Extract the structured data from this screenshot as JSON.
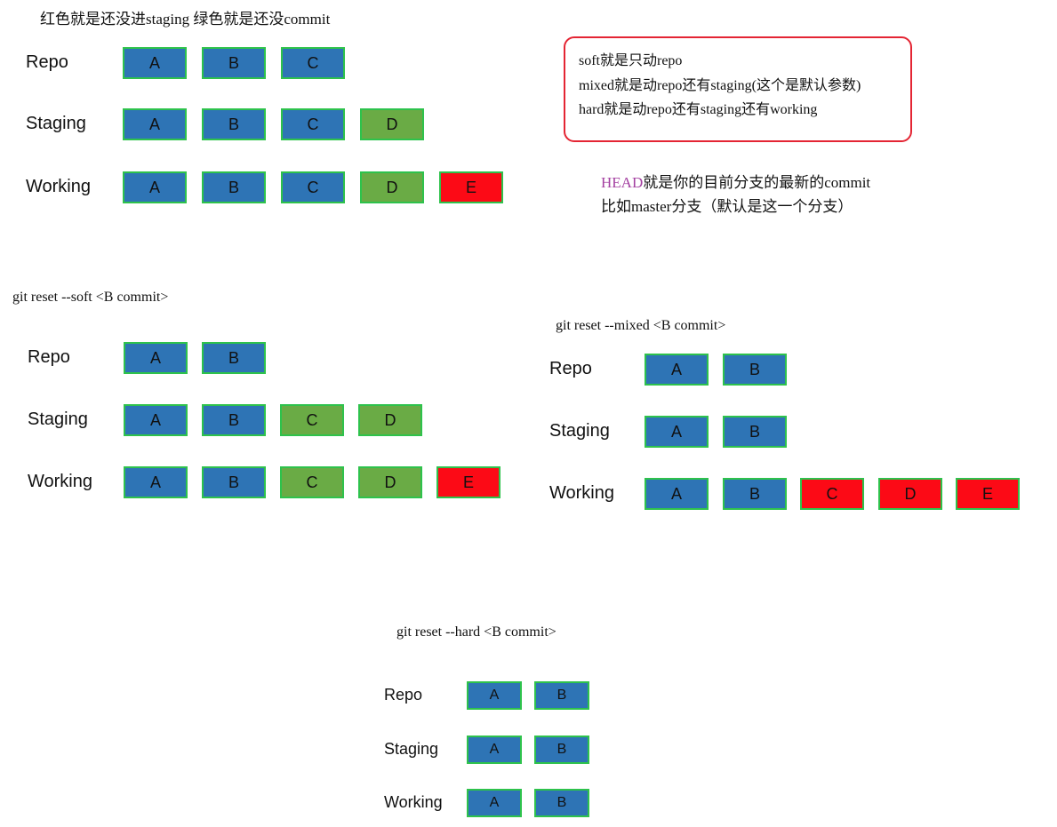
{
  "top_note": "红色就是还没进staging 绿色就是还没commit",
  "legend_note": {
    "lines": [
      "soft就是只动repo",
      "mixed就是动repo还有staging(这个是默认参数)",
      "hard就是动repo还有staging还有working"
    ]
  },
  "head_note": {
    "head_word": "HEAD",
    "line1_rest": "就是你的目前分支的最新的commit",
    "line2": "比如master分支（默认是这一个分支）"
  },
  "colors": {
    "blue": "#2e74b5",
    "green": "#6aab45",
    "red": "#fc0a16",
    "border": "#2ec24c",
    "note_border": "#e42533",
    "head": "#a441a1"
  },
  "diagrams": {
    "initial": {
      "rows": [
        {
          "label": "Repo",
          "commits": [
            {
              "label": "A",
              "state": "blue"
            },
            {
              "label": "B",
              "state": "blue"
            },
            {
              "label": "C",
              "state": "blue"
            }
          ]
        },
        {
          "label": "Staging",
          "commits": [
            {
              "label": "A",
              "state": "blue"
            },
            {
              "label": "B",
              "state": "blue"
            },
            {
              "label": "C",
              "state": "blue"
            },
            {
              "label": "D",
              "state": "green"
            }
          ]
        },
        {
          "label": "Working",
          "commits": [
            {
              "label": "A",
              "state": "blue"
            },
            {
              "label": "B",
              "state": "blue"
            },
            {
              "label": "C",
              "state": "blue"
            },
            {
              "label": "D",
              "state": "green"
            },
            {
              "label": "E",
              "state": "red"
            }
          ]
        }
      ]
    },
    "soft": {
      "command": "git reset --soft <B commit>",
      "rows": [
        {
          "label": "Repo",
          "commits": [
            {
              "label": "A",
              "state": "blue"
            },
            {
              "label": "B",
              "state": "blue"
            }
          ]
        },
        {
          "label": "Staging",
          "commits": [
            {
              "label": "A",
              "state": "blue"
            },
            {
              "label": "B",
              "state": "blue"
            },
            {
              "label": "C",
              "state": "green"
            },
            {
              "label": "D",
              "state": "green"
            }
          ]
        },
        {
          "label": "Working",
          "commits": [
            {
              "label": "A",
              "state": "blue"
            },
            {
              "label": "B",
              "state": "blue"
            },
            {
              "label": "C",
              "state": "green"
            },
            {
              "label": "D",
              "state": "green"
            },
            {
              "label": "E",
              "state": "red"
            }
          ]
        }
      ]
    },
    "mixed": {
      "command": "git reset --mixed <B commit>",
      "rows": [
        {
          "label": "Repo",
          "commits": [
            {
              "label": "A",
              "state": "blue"
            },
            {
              "label": "B",
              "state": "blue"
            }
          ]
        },
        {
          "label": "Staging",
          "commits": [
            {
              "label": "A",
              "state": "blue"
            },
            {
              "label": "B",
              "state": "blue"
            }
          ]
        },
        {
          "label": "Working",
          "commits": [
            {
              "label": "A",
              "state": "blue"
            },
            {
              "label": "B",
              "state": "blue"
            },
            {
              "label": "C",
              "state": "red"
            },
            {
              "label": "D",
              "state": "red"
            },
            {
              "label": "E",
              "state": "red"
            }
          ]
        }
      ]
    },
    "hard": {
      "command": "git reset --hard <B commit>",
      "rows": [
        {
          "label": "Repo",
          "commits": [
            {
              "label": "A",
              "state": "blue"
            },
            {
              "label": "B",
              "state": "blue"
            }
          ]
        },
        {
          "label": "Staging",
          "commits": [
            {
              "label": "A",
              "state": "blue"
            },
            {
              "label": "B",
              "state": "blue"
            }
          ]
        },
        {
          "label": "Working",
          "commits": [
            {
              "label": "A",
              "state": "blue"
            },
            {
              "label": "B",
              "state": "blue"
            }
          ]
        }
      ]
    }
  }
}
